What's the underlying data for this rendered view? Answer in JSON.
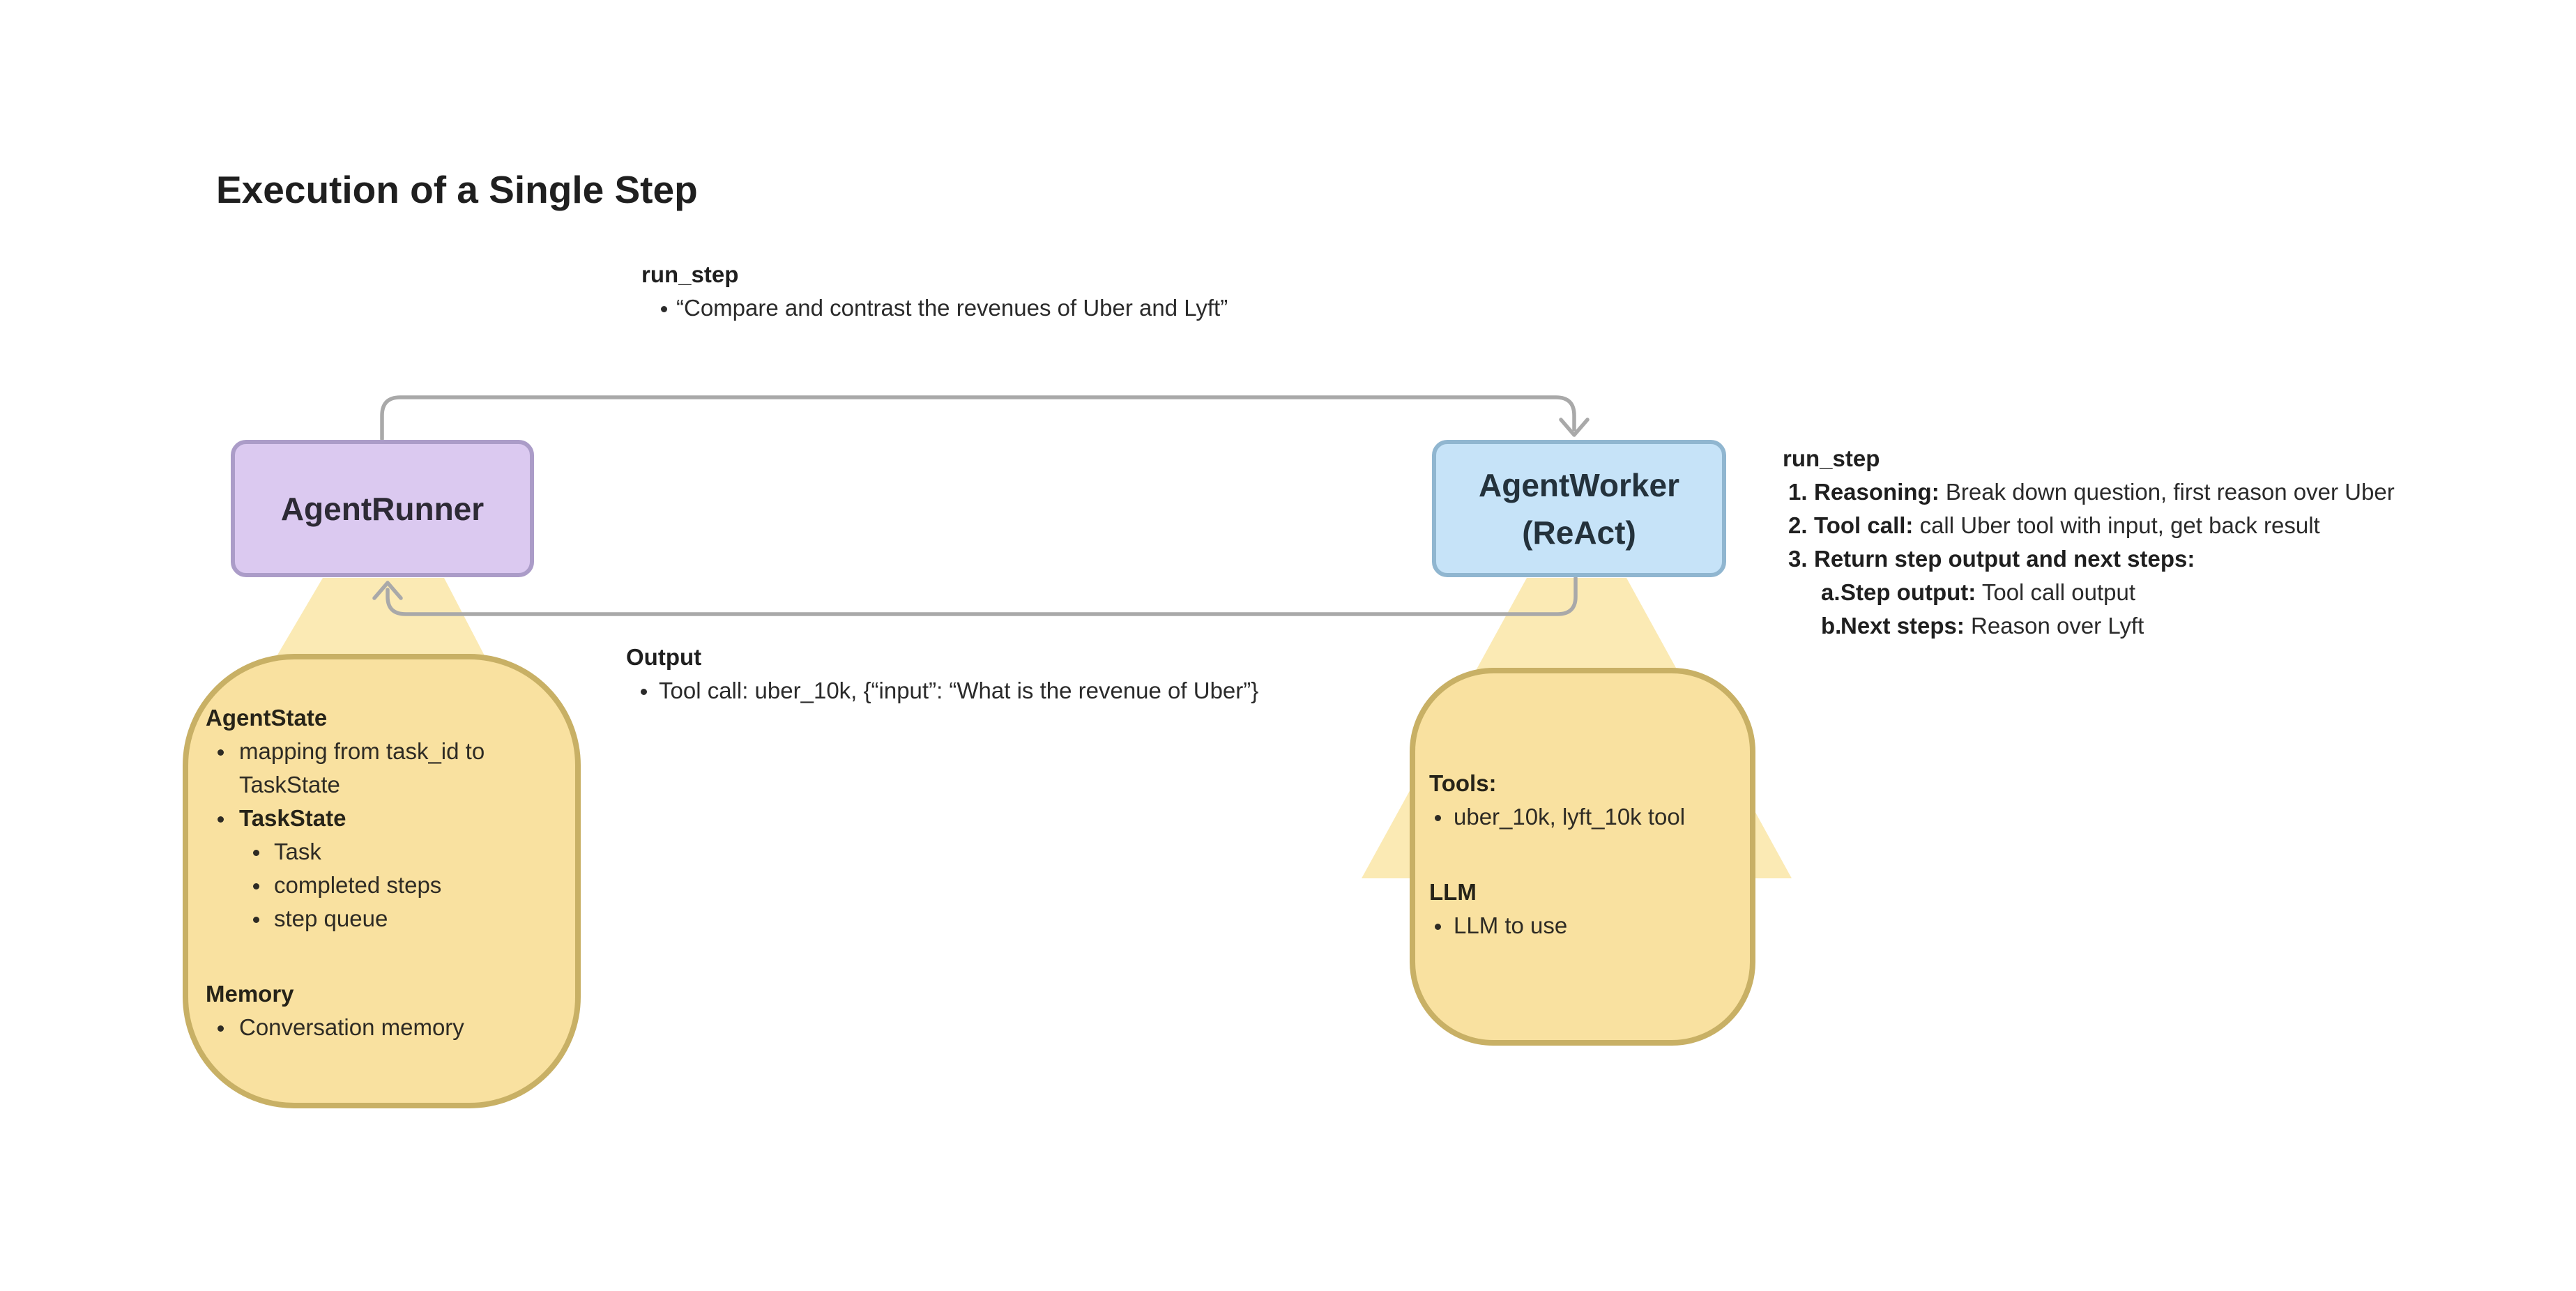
{
  "title": "Execution of a Single Step",
  "top_note": {
    "label": "run_step",
    "bullet": "“Compare and contrast the revenues of Uber and Lyft”"
  },
  "output_note": {
    "label": "Output",
    "bullet": "Tool call: uber_10k, {“input”: “What is the revenue of Uber”}"
  },
  "runner_box": {
    "label": "AgentRunner"
  },
  "worker_box": {
    "line1": "AgentWorker",
    "line2": "(ReAct)"
  },
  "right_note": {
    "label": "run_step",
    "items": [
      {
        "marker": "1.",
        "bold": "Reasoning:",
        "text": " Break down question, first reason over Uber"
      },
      {
        "marker": "2.",
        "bold": "Tool call:",
        "text": " call Uber tool with input, get back result"
      },
      {
        "marker": "3.",
        "bold": "Return step output and next steps:",
        "text": ""
      },
      {
        "marker": "a.",
        "bold": "Step output:",
        "text": " Tool call output"
      },
      {
        "marker": "b.",
        "bold": "Next steps:",
        "text": " Reason over Lyft"
      }
    ]
  },
  "runner_blob": {
    "heading1": "AgentState",
    "item1_line1": "mapping from task_id to",
    "item1_line2": "TaskState",
    "item2_bold": "TaskState",
    "sub1": "Task",
    "sub2": "completed steps",
    "sub3": "step queue",
    "heading2": "Memory",
    "item3": "Conversation memory"
  },
  "worker_blob": {
    "heading1": "Tools:",
    "item1": "uber_10k, lyft_10k tool",
    "heading2": "LLM",
    "item2": "LLM to use"
  },
  "colors": {
    "runner_box_fill": "#dbc9f0",
    "runner_box_border": "#ab9cc8",
    "worker_box_fill": "#c6e3f8",
    "worker_box_border": "#90b6d0",
    "blob_fill": "#f9e1a0",
    "blob_border": "#c8b065",
    "beam_fill": "#fbeab4",
    "arrow": "#a9a9a9",
    "text": "#272727"
  }
}
